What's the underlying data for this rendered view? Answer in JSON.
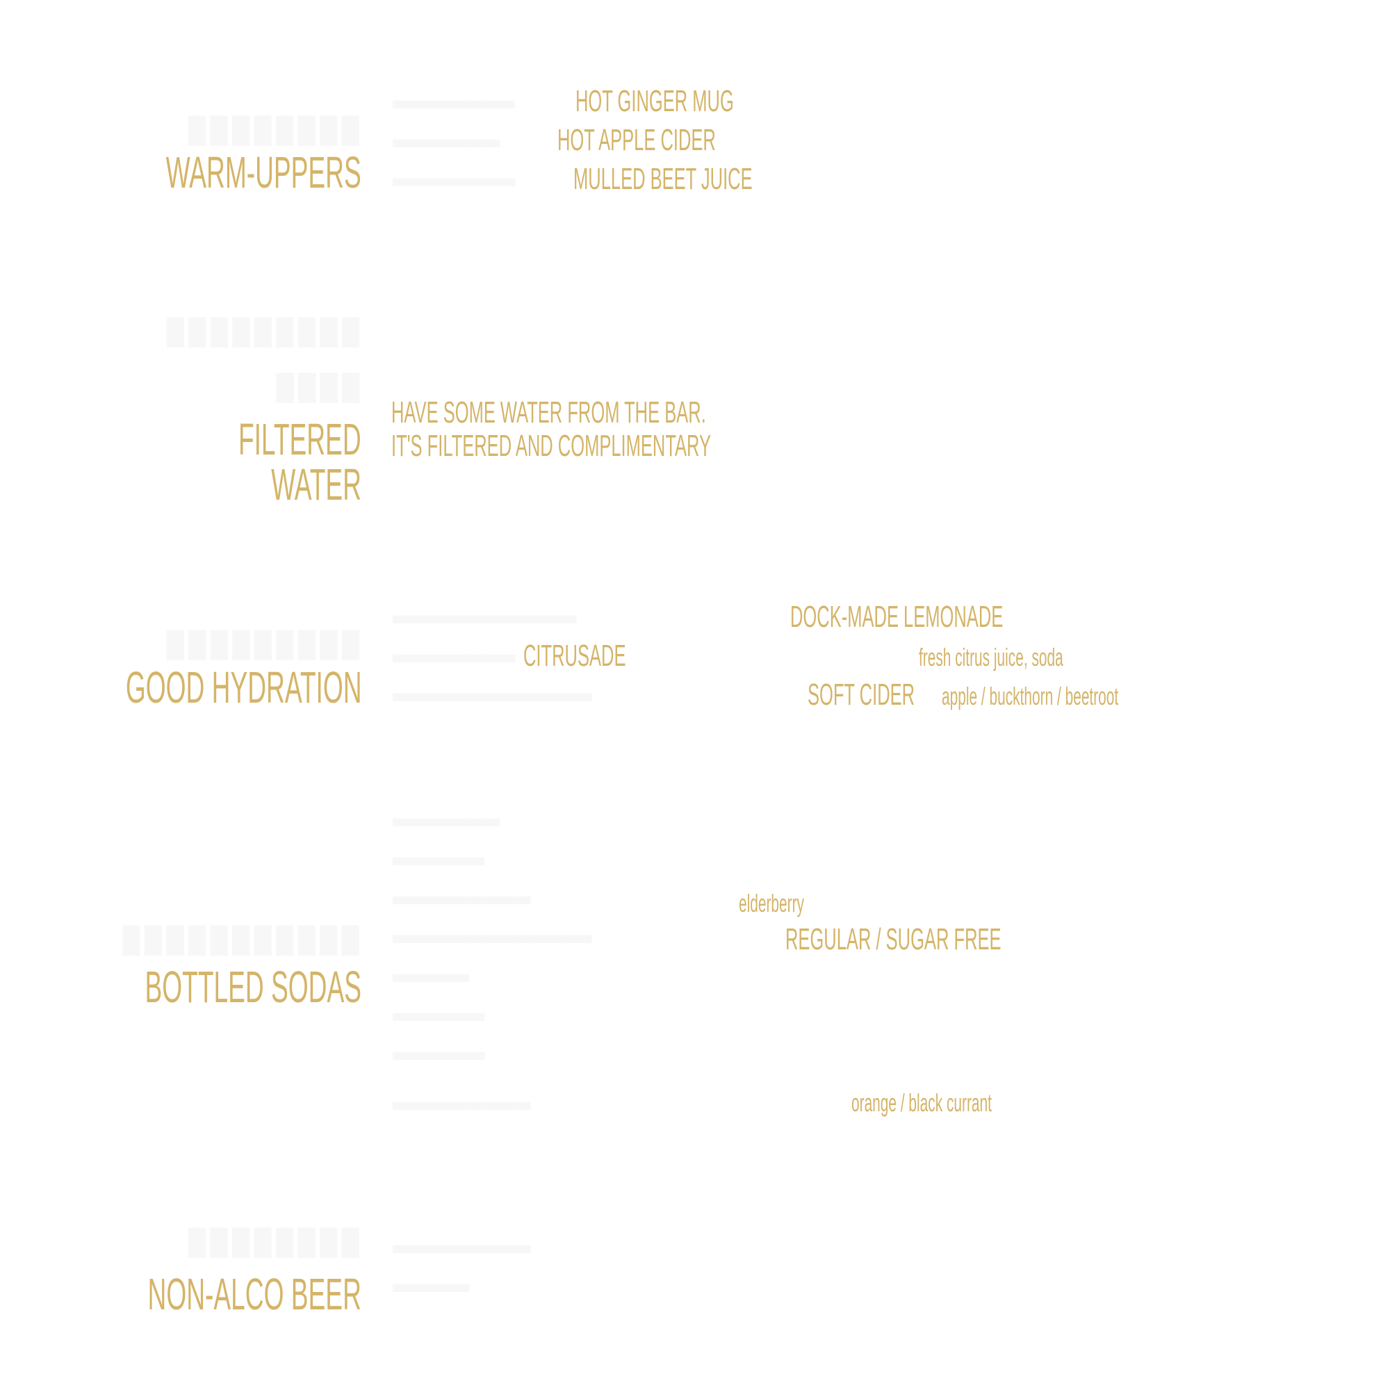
{
  "colors": {
    "accent": "#d4b468",
    "ghost": "#f7f7f7",
    "background": "#ffffff"
  },
  "warm_uppers": {
    "heading": "WARM-UPPERS",
    "items": [
      {
        "name": "HOT GINGER MUG"
      },
      {
        "name": "HOT APPLE CIDER"
      },
      {
        "name": "MULLED BEET JUICE"
      }
    ]
  },
  "filtered_water": {
    "heading_line1": "FILTERED",
    "heading_line2": "WATER",
    "text_line1": "HAVE SOME WATER FROM THE BAR.",
    "text_line2": "IT'S FILTERED AND COMPLIMENTARY"
  },
  "good_hydration": {
    "heading": "GOOD HYDRATION",
    "items": [
      {
        "name": "DOCK-MADE LEMONADE",
        "desc": ""
      },
      {
        "name": "CITRUSADE",
        "desc": "fresh citrus juice, soda"
      },
      {
        "name": "SOFT CIDER",
        "desc": "apple / buckthorn / beetroot"
      }
    ]
  },
  "bottled_sodas": {
    "heading": "BOTTLED SODAS",
    "visible": [
      {
        "text": "elderberry"
      },
      {
        "text": "REGULAR / SUGAR FREE"
      },
      {
        "text": "orange / black currant"
      }
    ]
  },
  "non_alco_beer": {
    "heading": "NON-ALCO BEER"
  }
}
